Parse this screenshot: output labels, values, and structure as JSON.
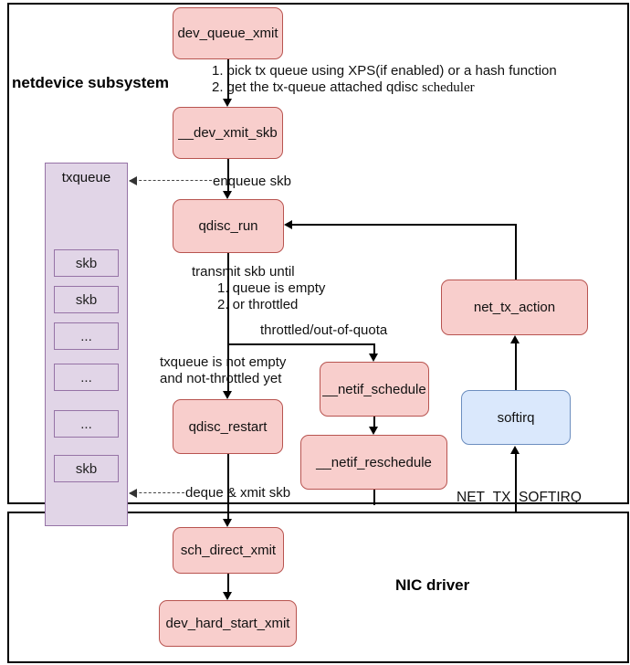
{
  "sections": {
    "netdevice_label": "netdevice subsystem",
    "nic_label": "NIC driver"
  },
  "nodes": {
    "dev_queue_xmit": "dev_queue_xmit",
    "dev_xmit_skb": "__dev_xmit_skb",
    "qdisc_run": "qdisc_run",
    "net_tx_action": "net_tx_action",
    "netif_schedule": "__netif_schedule",
    "softirq": "softirq",
    "netif_reschedule": "__netif_reschedule",
    "qdisc_restart": "qdisc_restart",
    "sch_direct_xmit": "sch_direct_xmit",
    "dev_hard_start_xmit": "dev_hard_start_xmit"
  },
  "txqueue": {
    "title": "txqueue",
    "items": [
      "skb",
      "skb",
      "...",
      "...",
      "...",
      "skb"
    ]
  },
  "annotations": {
    "pick_line1": "1. pick tx queue using XPS(if enabled) or a hash function",
    "pick_line2_sans": "2. get the tx-queue attached qdisc ",
    "pick_line2_serif": "scheduler",
    "enqueue_skb": "enqueue skb",
    "transmit_line1": "transmit skb until",
    "transmit_line2": "1. queue is empty",
    "transmit_line3": "2. or throttled",
    "throttled": "throttled/out-of-quota",
    "txq_line1": "txqueue is not empty",
    "txq_line2": "and not-throttled yet",
    "deque_xmit": "deque & xmit skb",
    "net_tx_softirq": "NET_TX_SOFTIRQ"
  },
  "colors": {
    "node_fill": "#F8CECC",
    "node_border": "#B85450",
    "queue_fill": "#E1D5E7",
    "queue_border": "#9673A6",
    "softirq_fill": "#DAE8FC",
    "softirq_border": "#6C8EBF",
    "line": "#000000",
    "background": "#FFFFFF"
  }
}
